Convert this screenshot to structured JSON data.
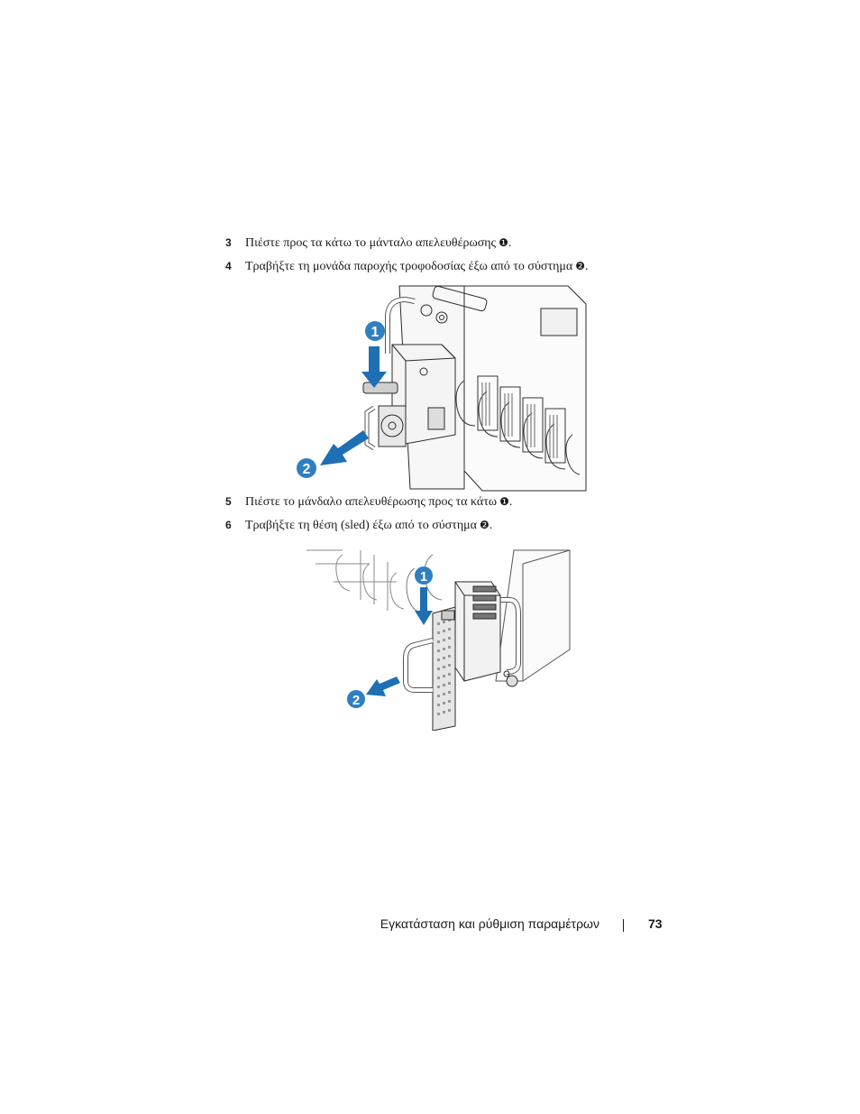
{
  "steps": [
    {
      "num": "3",
      "text": "Πιέστε προς τα κάτω το μάνταλο απελευθέρωσης",
      "callout": "❶",
      "end": "."
    },
    {
      "num": "4",
      "text": "Τραβήξτε τη μονάδα παροχής τροφοδοσίας έξω από το σύστημα",
      "callout": "❷",
      "end": "."
    },
    {
      "num": "5",
      "text": "Πιέστε το μάνδαλο απελευθέρωσης προς τα κάτω",
      "callout": "❶",
      "end": "."
    },
    {
      "num": "6",
      "text": "Τραβήξτε τη θέση (sled) έξω από το σύστημα",
      "callout": "❷",
      "end": "."
    }
  ],
  "figure1": {
    "callout1": "1",
    "callout2": "2"
  },
  "figure2": {
    "callout1": "1",
    "callout2": "2"
  },
  "footer": {
    "section": "Εγκατάσταση και ρύθμιση παραμέτρων",
    "page": "73"
  },
  "colors": {
    "callout_blue": "#2f7fc1",
    "arrow_blue": "#1f6fb4"
  }
}
